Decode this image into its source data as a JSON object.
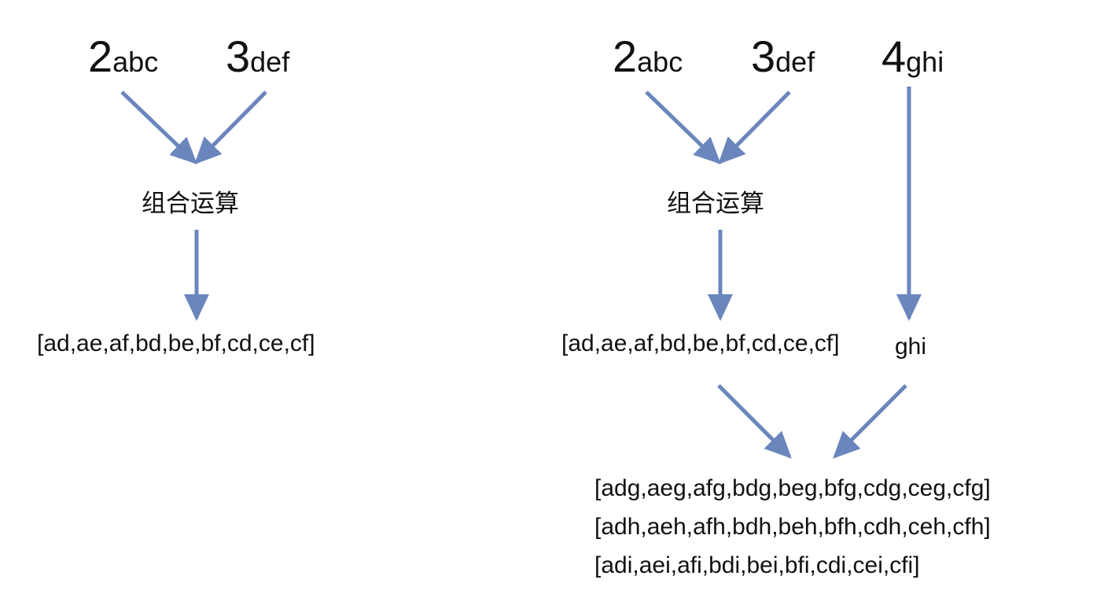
{
  "left": {
    "keys": [
      {
        "digit": "2",
        "letters": "abc"
      },
      {
        "digit": "3",
        "letters": "def"
      }
    ],
    "operation": "组合运算",
    "result": "[ad,ae,af,bd,be,bf,cd,ce,cf]"
  },
  "right": {
    "keys": [
      {
        "digit": "2",
        "letters": "abc"
      },
      {
        "digit": "3",
        "letters": "def"
      },
      {
        "digit": "4",
        "letters": "ghi"
      }
    ],
    "operation": "组合运算",
    "intermediate": "[ad,ae,af,bd,be,bf,cd,ce,cf]",
    "passthrough": "ghi",
    "results": [
      "[adg,aeg,afg,bdg,beg,bfg,cdg,ceg,cfg]",
      "[adh,aeh,afh,bdh,beh,bfh,cdh,ceh,cfh]",
      "[adi,aei,afi,bdi,bei,bfi,cdi,cei,cfi]"
    ]
  },
  "colors": {
    "arrow": "#6a86bd",
    "text": "#111111"
  }
}
